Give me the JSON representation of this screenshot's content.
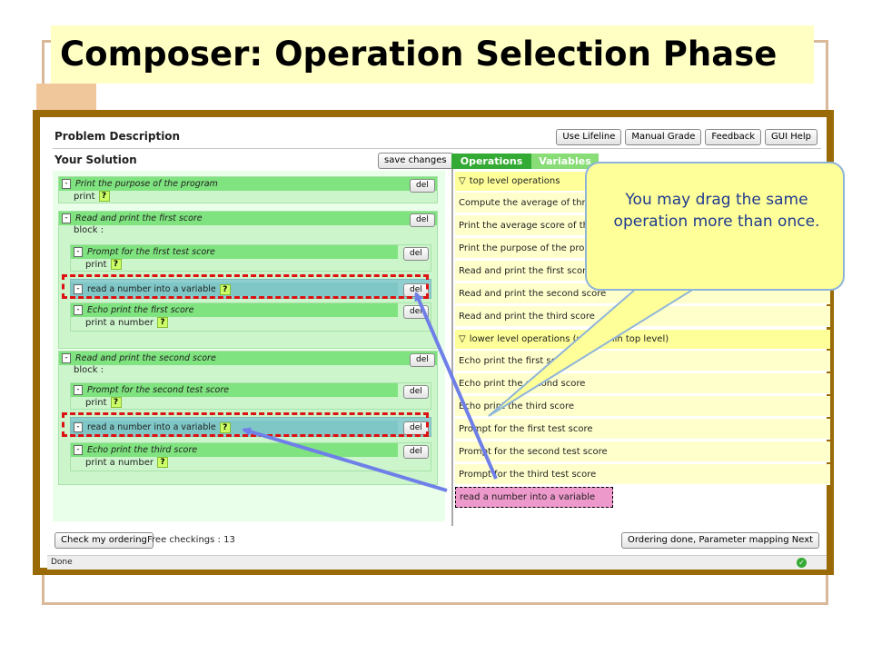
{
  "slide": {
    "title": "Composer: Operation Selection Phase"
  },
  "app": {
    "problem_title": "Problem Description",
    "top_buttons": [
      "Use Lifeline",
      "Manual Grade",
      "Feedback",
      "GUI Help"
    ],
    "solution_title": "Your Solution",
    "save_label": "save changes",
    "del_label": "del",
    "minus_label": "-",
    "qmark": "?",
    "blocks": {
      "b1": {
        "header": "Print the purpose of the program",
        "line": "print"
      },
      "b2": {
        "header": "Read and print the first score",
        "line": "block :",
        "sub1": {
          "header": "Prompt for the first test score",
          "line": "print"
        },
        "sub2": {
          "header": "read a number into a variable"
        },
        "sub3": {
          "header": "Echo print the first score",
          "line": "print a number"
        }
      },
      "b3": {
        "header": "Read and print the second score",
        "line": "block :",
        "sub1": {
          "header": "Prompt for the second test score",
          "line": "print"
        },
        "sub2": {
          "header": "read a number into a variable"
        },
        "sub3": {
          "header": "Echo print the third score",
          "line": "print a number"
        }
      }
    },
    "tabs": {
      "operations": "Operations",
      "variables": "Variables"
    },
    "categories": {
      "top": "top level operations",
      "lower": "lower level operations (use within top level)"
    },
    "top_ops": [
      "Compute the average of three scores",
      "Print the average score of the three",
      "Print the purpose of the program",
      "Read and print the first score",
      "Read and print the second score",
      "Read and print the third score"
    ],
    "lower_ops": [
      "Echo print the first score",
      "Echo print the second score",
      "Echo print the third score",
      "Prompt for the first test score",
      "Prompt for the second test score",
      "Prompt for the third test score",
      "read a number into a variable"
    ],
    "check_label": "Check my ordering",
    "free_checkings": "Free checkings : 13",
    "done_label": "Ordering done, Parameter mapping Next",
    "status": "Done"
  },
  "callout": {
    "text": "You may drag the same operation more than once."
  },
  "colors": {
    "title_bg": "#ffffc4",
    "frame_border": "#9a6a06",
    "callout_text": "#1f3a8f",
    "highlight": "#ee99cc",
    "dash_red": "#dd1111"
  }
}
